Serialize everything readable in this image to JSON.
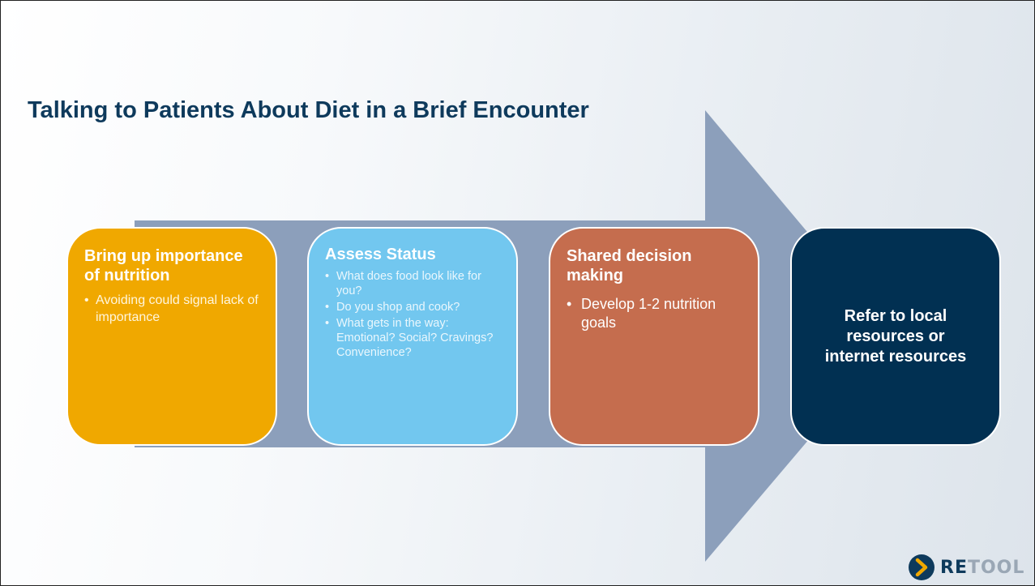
{
  "slide": {
    "title": "Talking to Patients About Diet in a Brief Encounter"
  },
  "steps": [
    {
      "heading": "Bring up importance of nutrition",
      "bullets": [
        "Avoiding could signal lack of importance"
      ],
      "color": "#f0a800"
    },
    {
      "heading": "Assess Status",
      "bullets": [
        "What does food look like for you?",
        "Do you shop and cook?",
        "What gets in the way: Emotional? Social? Cravings? Convenience?"
      ],
      "color": "#72c7ef"
    },
    {
      "heading": "Shared decision making",
      "bullets": [
        "Develop 1-2 nutrition goals"
      ],
      "color": "#c56d4e"
    },
    {
      "heading": "Refer to local resources or internet resources",
      "bullets": [],
      "color": "#013052"
    }
  ],
  "arrow": {
    "color": "#8c9fbb"
  },
  "logo": {
    "text_accent": "RE",
    "text_rest": "TOOL",
    "accent_color": "#f0a800",
    "navy": "#0e3a5c",
    "gray": "#9aa7b5"
  }
}
